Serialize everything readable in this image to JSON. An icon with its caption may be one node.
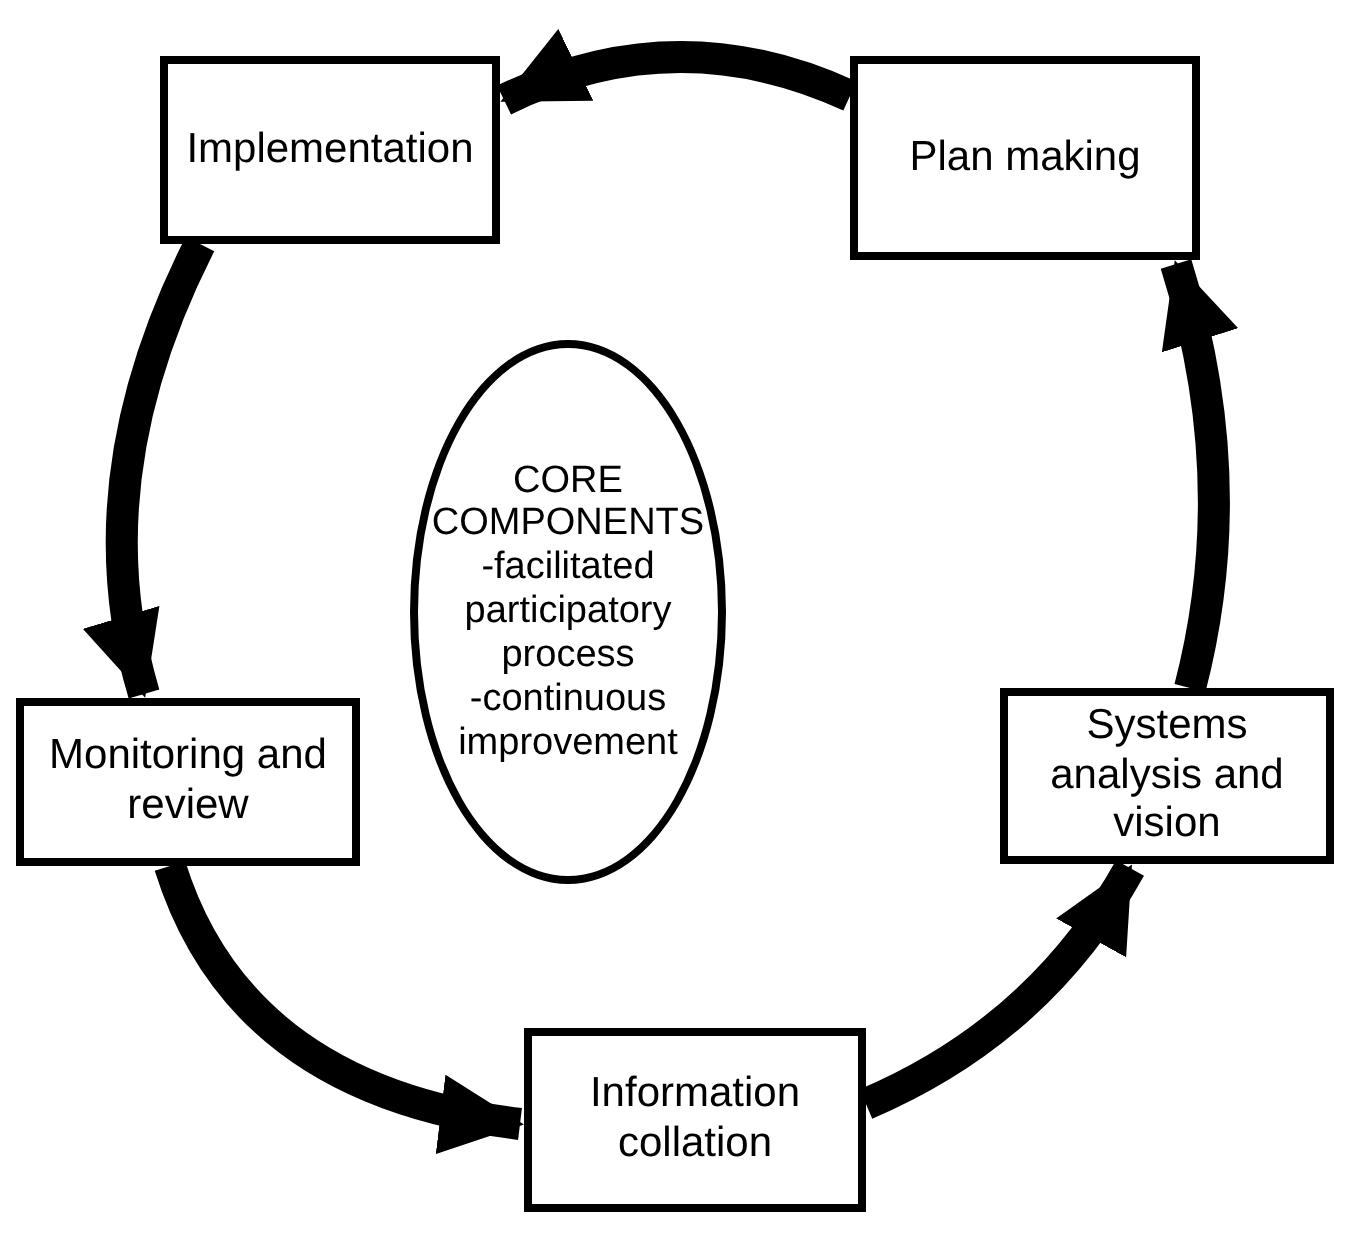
{
  "diagram": {
    "nodes": [
      {
        "text": [
          "Implementation"
        ]
      },
      {
        "text": [
          "Plan making"
        ]
      },
      {
        "text": [
          "CORE COMPONENTS",
          "-facilitated participatory process",
          "-continuous improvement"
        ]
      },
      {
        "text": [
          "Monitoring and review"
        ]
      },
      {
        "text": [
          "Systems analysis and vision"
        ]
      },
      {
        "text": [
          "Information collation"
        ]
      }
    ],
    "edges": [
      {
        "from": 1,
        "to": 0,
        "arrow": "to"
      },
      {
        "from": 0,
        "to": 3,
        "arrow": "to"
      },
      {
        "from": 3,
        "to": 5,
        "arrow": "to"
      },
      {
        "from": 5,
        "to": 4,
        "arrow": "to"
      },
      {
        "from": 4,
        "to": 1,
        "arrow": "to"
      }
    ]
  }
}
